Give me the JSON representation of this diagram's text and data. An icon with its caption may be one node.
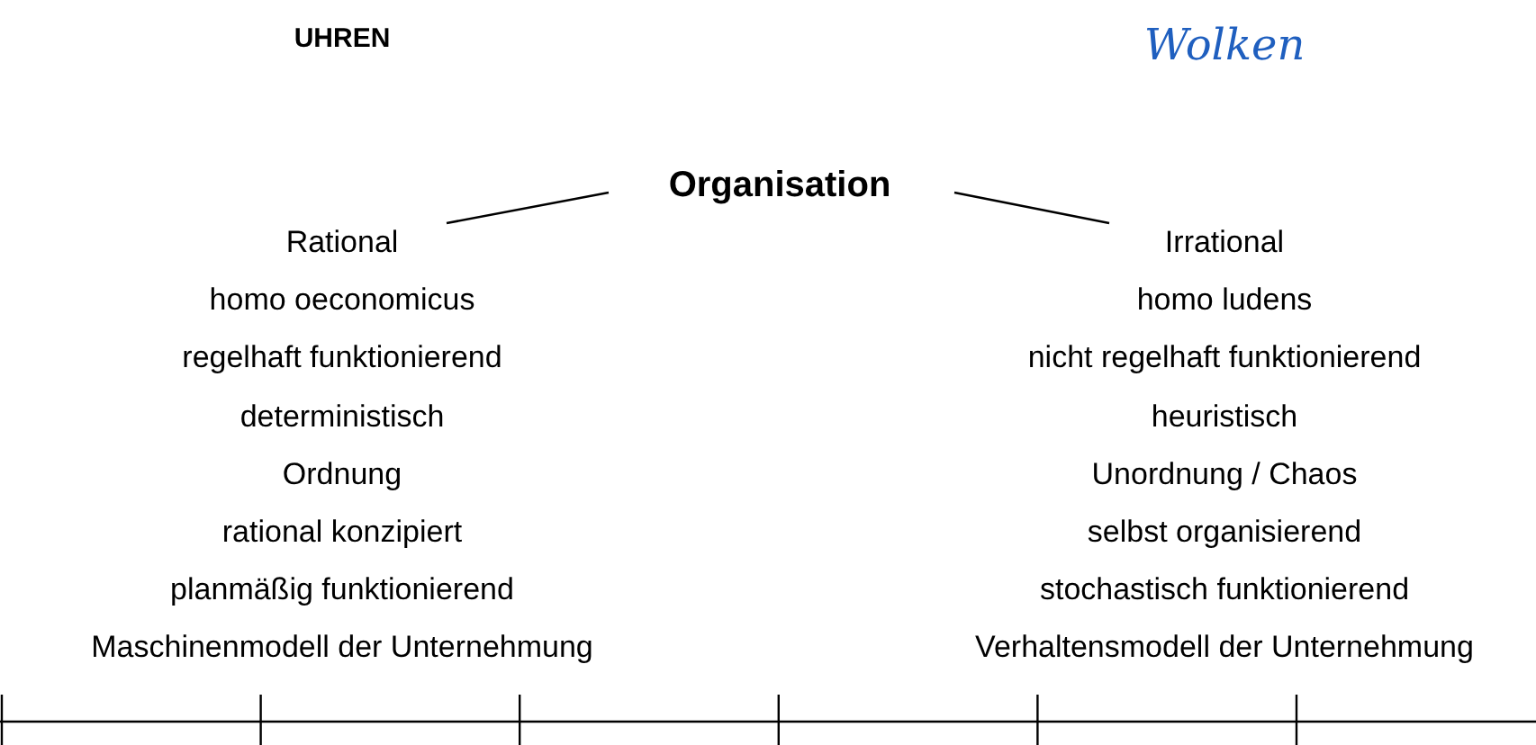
{
  "diagram": {
    "nodes": [
      {
        "text": [
          "Organisation"
        ]
      },
      {
        "text": [
          "Rational"
        ]
      },
      {
        "text": [
          "Irrational"
        ]
      }
    ],
    "edges": [
      {
        "from": 0,
        "to": 1,
        "arrow": "none"
      },
      {
        "from": 0,
        "to": 2,
        "arrow": "none"
      }
    ],
    "labels": [
      "UHREN",
      "Wolken",
      "homo oeconomicus",
      "homo ludens",
      "regelhaft funktionierend",
      "nicht regelhaft funktionierend",
      "deterministisch",
      "heuristisch",
      "Ordnung",
      "Unordnung / Chaos",
      "rational konzipiert",
      "selbst organisierend",
      "planmäßig funktionierend",
      "stochastisch funktionierend",
      "Maschinenmodell der Unternehmung",
      "Verhaltensmodell der Unternehmung"
    ]
  }
}
